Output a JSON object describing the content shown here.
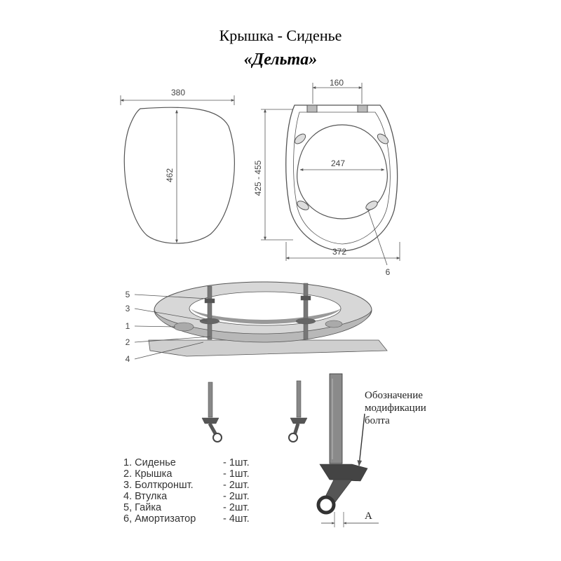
{
  "title": "Крышка - Сиденье",
  "subtitle": "«Дельта»",
  "dims": {
    "lid_width": "380",
    "lid_height": "462",
    "hinge_span": "160",
    "seat_height": "425 - 455",
    "seat_opening": "247",
    "seat_width": "372"
  },
  "callouts": [
    "5",
    "3",
    "1",
    "2",
    "4",
    "6"
  ],
  "bolt_note": [
    "Обозначение",
    "модификации",
    "болта"
  ],
  "bolt_marker": "A",
  "parts": [
    {
      "name": "1. Сиденье",
      "qty": "- 1шт."
    },
    {
      "name": "2. Крышка",
      "qty": "- 1шт."
    },
    {
      "name": "3. Болткроншт.",
      "qty": "- 2шт."
    },
    {
      "name": "4. Втулка",
      "qty": "- 2шт."
    },
    {
      "name": "5, Гайка",
      "qty": "- 2шт."
    },
    {
      "name": "6, Амортизатор",
      "qty": "- 4шт."
    }
  ]
}
